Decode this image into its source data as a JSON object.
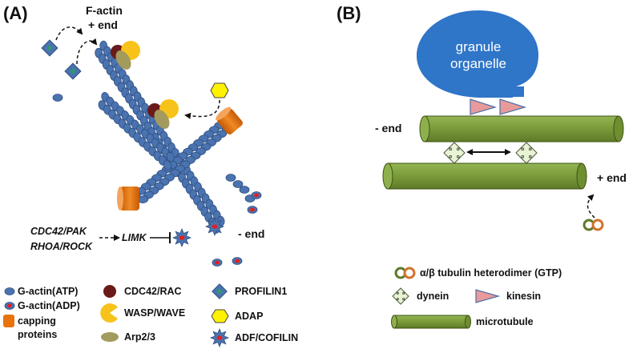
{
  "panel_a": {
    "label": "(A)",
    "factin_label_line1": "F-actin",
    "factin_label_line2": "+ end",
    "minus_end_label": "- end",
    "pathway_line1": "CDC42/PAK",
    "pathway_line2": "RHOA/ROCK",
    "limk_label": "LIMK",
    "legend": {
      "g_actin_atp": "G-actin(ATP)",
      "g_actin_adp": "G-actin(ADP)",
      "capping_line1": "capping",
      "capping_line2": "proteins",
      "cdc42_rac": "CDC42/RAC",
      "wasp_wave": "WASP/WAVE",
      "arp23": "Arp2/3",
      "profilin1": "PROFILIN1",
      "adap": "ADAP",
      "adf_cofilin": "ADF/COFILIN"
    },
    "colors": {
      "g_actin": "#4a73b0",
      "adp_core": "#e02020",
      "capping": "#e8730c",
      "cdc42": "#6b1a1a",
      "wasp": "#f7c31a",
      "arp23": "#a39a5e",
      "profilin": "#2e7d5b",
      "adap": "#fff200"
    }
  },
  "panel_b": {
    "label": "(B)",
    "granule_line1": "granule",
    "granule_line2": "organelle",
    "minus_end_label": "- end",
    "plus_end_label": "+ end",
    "legend": {
      "tubulin": "α/β tubulin heterodimer (GTP)",
      "dynein": "dynein",
      "kinesin": "kinesin",
      "microtubule": "microtubule"
    },
    "colors": {
      "granule": "#2f75c8",
      "microtubule": "#7a9a3a",
      "kinesin": "#e89a9a",
      "dynein": "#e8f3d6"
    }
  }
}
